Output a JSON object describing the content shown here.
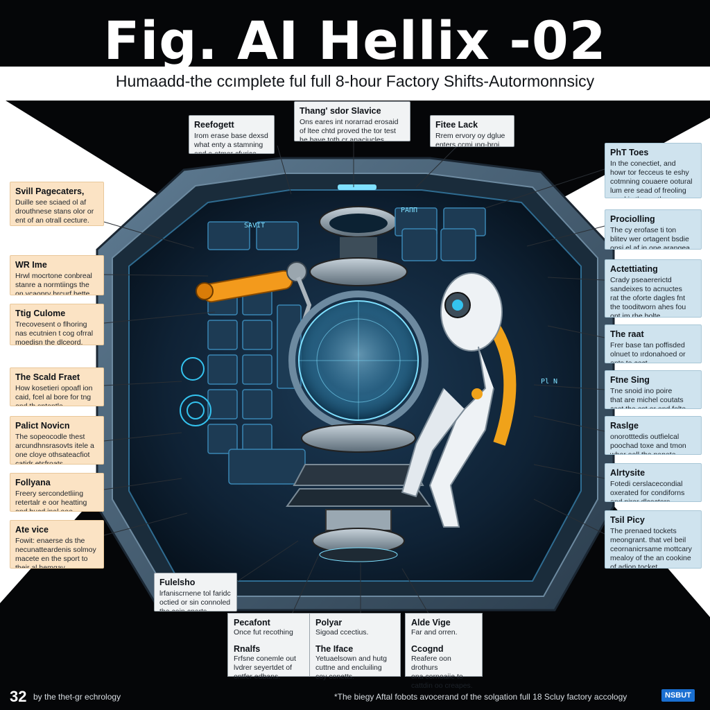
{
  "title": "Fig. AI Hellix -02",
  "subtitle": "Humaadd-the ccımplete ful full 8-hour Factory Shifts-Autormonnsicy",
  "top_callouts": [
    {
      "title": "Reefogett",
      "text": "Irom erase base dexsd\nwhat enty a stamning\nand a atmor cfurice."
    },
    {
      "title": "Thang' sdor Slavice",
      "text": "Ons eares int norarrad erosaid\nof ltee chtd proved the tor test\nhe baye toth cr anaciucles."
    },
    {
      "title": "Fitee Lack",
      "text": "Rrem ervory oy dglue\nenters ccmi ıng-broi."
    }
  ],
  "left_callouts": [
    {
      "title": "Svill Pagecaters,",
      "text": "Duille see sciaed ol af\ndrouthnese stans olor or\nent of an otrall cecture."
    },
    {
      "title": "WR Ime",
      "text": "Hrwl mocrtone conbreal\nstanre a normtiings the\non ycaopry brcurf bette."
    },
    {
      "title": "Ttig Culome",
      "text": "Trecovesent o flhoring\nnas ecutnien t cog ofrral\nmoedisn the dlceord."
    },
    {
      "title": "The Scald Fraet",
      "text": "How kosetieri opoafl ion\ncaid, fcel al bore for tng\nend th sptentle."
    },
    {
      "title": "Palict Novicn",
      "text": "The sopeocodle thest\narcundhnsrasovts itele a\none cloye othsateacfiot\ncatidr etsfroats."
    },
    {
      "title": "Follyana",
      "text": "Freery sercondetliing\nretertalr e oor heatting\nand bucd inal ooe."
    },
    {
      "title": "Ate vice",
      "text": "Fowit: enaerse ds the\nnecunatteardenis solmoy\nmacete en the sport to\ntheir al hemgay."
    }
  ],
  "right_callouts": [
    {
      "title": "PhT Toes",
      "text": "In the conectiet, and\nhowr tor fecceus te eshy\ncotmning couaere ootural\nlum ere sead of freoling\ncand is the an the prone."
    },
    {
      "title": "Prociolling",
      "text": "The cy erofase ti ton\nblitev wer ortagent bsdie\nonsi el af in one arangea."
    },
    {
      "title": "Actettiating",
      "text": "Crady pseaererictd\nsandeixes to acnuctes\nrat the oforte dagles fnt\nthe tooditworn ahes fou\nont im rhe bolte."
    },
    {
      "title": "The raat",
      "text": "Frer base tan poffisded\nolnuet to ırdonahoed or\nonts to cect."
    },
    {
      "title": "Ftne Sing",
      "text": "Tne snoid ino poire\nthat are michel coutats\ncast the est or and folte."
    },
    {
      "title": "Raslge",
      "text": "onorotttedis outfielcal\npoochad toxe and tmon\nwher ooll the papate."
    },
    {
      "title": "Alrtysite",
      "text": "Fotedi cerslacecondial\noxerated for condiforns\nand pirer dlcoctors."
    },
    {
      "title": "Tsil Picy",
      "text": "The prenaed tockets\nmeongrant. that vel beil\nceornanicrsame mottcary\nmealoy of the an cookine\nof adion tocket."
    }
  ],
  "mid_callout": {
    "title": "Fulelsho",
    "text": "lrfaniscrnene tol faridc\noctied or sin connoled\nthe coin cparts."
  },
  "bottom_boxes": [
    {
      "title1": "Pecafont",
      "text1": "Once fut recothing",
      "title2": "Rnalfs",
      "text2": "Frfsne conemle out\nlvdrer seyertdet of\nontfer edbans."
    },
    {
      "title1": "Polyar",
      "text1": "Sigoad ccectius.",
      "title2": "The Iface",
      "text2": "Yetuaelsown and hutg\ncuttne and encluiling\ncoy conetts."
    },
    {
      "title1": "Alde Vige",
      "text1": "Far and orren.",
      "title2": "Ccognd",
      "text2": "Reafere oon drothurs\nona cornoaiie to\ncattdin oo creapes."
    }
  ],
  "hud_text": {
    "top_left": "PAΠΠ",
    "left_panel": "SAVIT",
    "right_side": "Pl N"
  },
  "page_number": "32",
  "footer_left": "by the thet-gr echrology",
  "footer_right": "*The biegy Aftal fobots avocerand of the solgation full 18 Scluy factory accology",
  "badge": "NSBUT",
  "colors": {
    "background": "#050608",
    "frame": "#3e5a70",
    "hud_glow": "#34c3ef",
    "robot_white": "#eef2f5",
    "robot_accent": "#f0a21a",
    "arm_orange": "#f39a1c"
  }
}
